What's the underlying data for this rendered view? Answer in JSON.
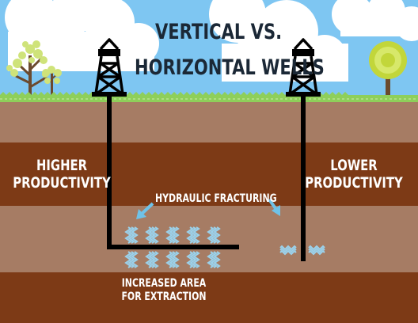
{
  "title": {
    "line1": "VERTICAL VS.",
    "line2": "HORIZONTAL WELLS"
  },
  "left_well": {
    "label_line1": "HIGHER",
    "label_line2": "PRODUCTIVITY",
    "type": "horizontal"
  },
  "right_well": {
    "label_line1": "LOWER",
    "label_line2": "PRODUCTIVITY",
    "type": "vertical"
  },
  "fracturing_label": "HYDRAULIC FRACTURING",
  "area_label": {
    "line1": "INCREASED AREA",
    "line2": "FOR EXTRACTION"
  },
  "colors": {
    "sky": "#7ec6f2",
    "cloud": "#ffffff",
    "grass": "#8ecf5a",
    "soil_light": "#a67c64",
    "soil_dark": "#7d3a16",
    "well": "#000000",
    "fracture": "#9bd2ec",
    "arrow": "#6fc2e8",
    "title_text": "#1b2836",
    "label_text": "#ffffff"
  },
  "icons": [
    "oil-derrick-icon",
    "tree-icon",
    "cloud-icon",
    "arrow-icon"
  ]
}
